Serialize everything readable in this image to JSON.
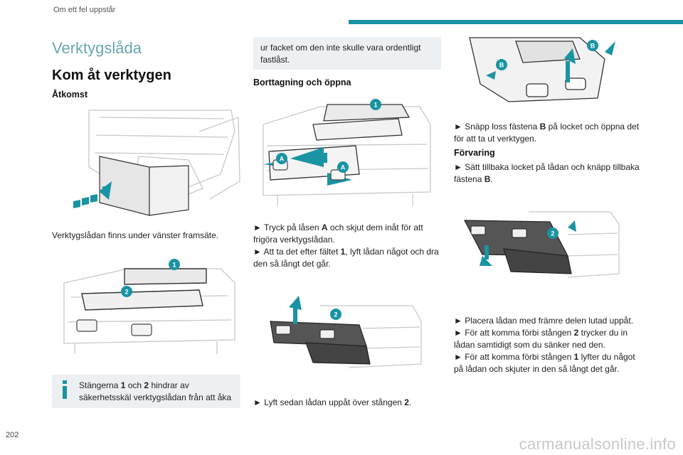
{
  "header": {
    "section_title": "Om ett fel uppstår",
    "accent_color": "#1a93a3"
  },
  "page": {
    "title": "Verktygslåda",
    "subtitle": "Kom åt verktygen",
    "page_number": "202",
    "footer_url": "carmanualsonline.info"
  },
  "col1": {
    "heading_access": "Åtkomst",
    "location_text": "Verktygslådan finns under vänster framsäte.",
    "info_text_pre1": "Stängerna ",
    "info_bold1": "1",
    "info_text_mid": " och ",
    "info_bold2": "2",
    "info_text_post": " hindrar av säkerhetsskäl verktygslådan från att åka",
    "figure2_badges": [
      "1",
      "2"
    ]
  },
  "col2": {
    "info_continued": "ur facket om den inte skulle vara ordentligt fastlåst.",
    "heading_remove": "Borttagning och öppna",
    "figure_badges": [
      "1",
      "A",
      "A"
    ],
    "step1_pre": "► Tryck på låsen ",
    "step1_bold": "A",
    "step1_post": " och skjut dem inåt för att frigöra verktygslådan.",
    "step2_pre": "► Att ta det efter fältet ",
    "step2_bold": "1",
    "step2_post": ", lyft lådan något och dra den så långt det går.",
    "figure2_badges": [
      "2"
    ],
    "step3_pre": "► Lyft sedan lådan uppåt över stången ",
    "step3_bold": "2",
    "step3_post": "."
  },
  "col3": {
    "figure_badges": [
      "B",
      "B"
    ],
    "step1_pre": "► Snäpp loss fästena ",
    "step1_bold": "B",
    "step1_post": " på locket och öppna det för att ta ut verktygen.",
    "heading_storage": "Förvaring",
    "step2_pre": "► Sätt tillbaka locket på lådan och knäpp tillbaka fästena ",
    "step2_bold": "B",
    "step2_post": ".",
    "figure2_badges": [
      "2"
    ],
    "step3": "► Placera lådan med främre delen lutad uppåt.",
    "step4_pre": "► För att komma förbi stången ",
    "step4_bold": "2",
    "step4_post": " trycker du in lådan samtidigt som du sänker ned den.",
    "step5_pre": "► För att komma förbi stången ",
    "step5_bold": "1",
    "step5_post": " lyfter du något på lådan och skjuter in den så långt det går."
  },
  "icons": {
    "info": "info-icon"
  }
}
